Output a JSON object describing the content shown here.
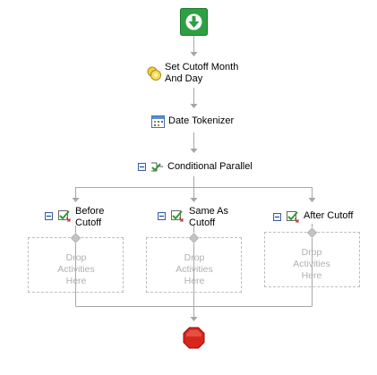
{
  "workflow": {
    "start": {
      "icon": "start-arrow-down-icon"
    },
    "end": {
      "icon": "stop-octagon-icon"
    },
    "activities": {
      "set_cutoff": {
        "line1": "Set Cutoff Month",
        "line2": "And Day",
        "icon": "code-activity-icon"
      },
      "date_tokenizer": {
        "label": "Date Tokenizer",
        "icon": "calendar-activity-icon"
      },
      "conditional_parallel": {
        "label": "Conditional Parallel",
        "icon": "parallel-activity-icon"
      }
    },
    "branches": [
      {
        "line1": "Before",
        "line2": "Cutoff",
        "drop": [
          "Drop",
          "Activities",
          "Here"
        ],
        "icon": "branch-activity-icon"
      },
      {
        "line1": "Same As",
        "line2": "Cutoff",
        "drop": [
          "Drop",
          "Activities",
          "Here"
        ],
        "icon": "branch-activity-icon"
      },
      {
        "line1": "After Cutoff",
        "line2": "",
        "drop": [
          "Drop",
          "Activities",
          "Here"
        ],
        "icon": "branch-activity-icon"
      }
    ]
  },
  "colors": {
    "connector": "#a6a6a6",
    "start_green": "#2ea043",
    "stop_red": "#d9261c",
    "drop_border": "#bdbdbd",
    "drop_text": "#b0b0b0"
  }
}
